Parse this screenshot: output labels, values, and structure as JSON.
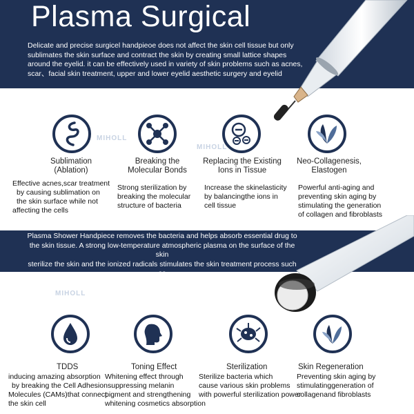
{
  "header": {
    "title": "Plasma Surgical",
    "description_lines": [
      "Delicate and precise surgicel handpieoe does not affect the skin cell tissue but only",
      "sublimates the skin surface and contract the skin by creating small lattice shapes",
      "around the eyelid. it can be effectively used in variety of skin problems such as acnes,",
      "scar、facial skin treatment, upper and lower eyelid aesthetic surgery and eyelid"
    ]
  },
  "features_top": [
    {
      "icon": "sublimation-swirl-icon",
      "title_lines": [
        "Sublimation",
        "(Ablation)"
      ],
      "desc_lines": [
        "Effective acnes,scar treatment",
        "by causing sublimation on",
        "the skin surface while not",
        "affecting the cells"
      ]
    },
    {
      "icon": "molecule-icon",
      "title_lines": [
        "Breaking the",
        "Molecular Bonds"
      ],
      "desc_lines": [
        "Strong sterilization by",
        "breaking the molecular",
        "structure of bacteria"
      ]
    },
    {
      "icon": "ions-icon",
      "title_lines": [
        "Replacing the Existing",
        "Ions in Tissue"
      ],
      "desc_lines": [
        "Increase the skinelasticity",
        "by balancingthe ions in",
        "cell tissue"
      ]
    },
    {
      "icon": "collagen-fan-icon",
      "title_lines": [
        "Neo-Collagenesis,",
        "Elastogen"
      ],
      "desc_lines": [
        "Powerful anti-aging and",
        "preventing skin aging by",
        "stimulating the generation",
        "of collagen and fibroblasts"
      ]
    }
  ],
  "shower": {
    "description_lines": [
      "Plasma Shower Handpiece removes the bacteria and helps absorb essential drug to",
      "the skin tissue. A strong low-temperature atmospheric plasma on the surface of the skin",
      "sterilize the skin and the ionized radicals stimulates the skin treatment process such as",
      "skin regeneration, anti-bacteria.TDDS (Transdermal Drug Delivery System). skin"
    ]
  },
  "features_bottom": [
    {
      "icon": "water-drop-icon",
      "title": "TDDS",
      "desc_lines": [
        "inducing amazing absorption",
        "by breaking the Cell Adhesion",
        "Molecules (CAMs)that connect",
        "the skin cell"
      ]
    },
    {
      "icon": "face-profile-icon",
      "title": "Toning Effect",
      "desc_lines": [
        "Whitening effect through",
        "suppressing melanin",
        "pigment and strengthening",
        "whitening cosmetics absorption"
      ]
    },
    {
      "icon": "bacteria-icon",
      "title": "Sterilization",
      "desc_lines": [
        "Sterilize bacteria which",
        "cause various skin problems",
        "with powerful sterilization power"
      ]
    },
    {
      "icon": "skin-layers-icon",
      "title": "Skin Regeneration",
      "desc_lines": [
        "Preventing skin aging by",
        "stimulatinggeneration of",
        "collagenand fibroblasts"
      ]
    }
  ],
  "watermark": "MIHOLL",
  "colors": {
    "navy": "#1f3154",
    "text": "#111111"
  }
}
